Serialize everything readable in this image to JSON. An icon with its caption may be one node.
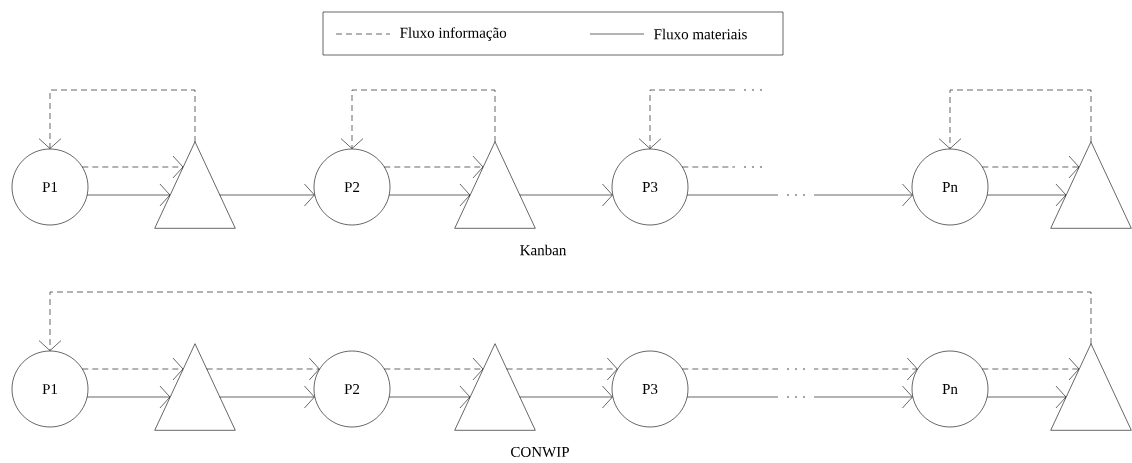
{
  "diagram": {
    "nodes": [
      {
        "text": [
          "P1"
        ]
      },
      {
        "text": [],
        "shape": "triangle"
      },
      {
        "text": [
          "P2"
        ]
      },
      {
        "text": [],
        "shape": "triangle"
      },
      {
        "text": [
          "P3"
        ]
      },
      {
        "text": [
          "Pn"
        ]
      },
      {
        "text": [],
        "shape": "triangle"
      },
      {
        "text": [
          "P1"
        ]
      },
      {
        "text": [],
        "shape": "triangle"
      },
      {
        "text": [
          "P2"
        ]
      },
      {
        "text": [],
        "shape": "triangle"
      },
      {
        "text": [
          "P3"
        ]
      },
      {
        "text": [
          "Pn"
        ]
      },
      {
        "text": [],
        "shape": "triangle"
      }
    ],
    "edges": [
      {
        "from": 0,
        "to": 1,
        "arrow": "to",
        "style": "dashed"
      },
      {
        "from": 0,
        "to": 1,
        "arrow": "to"
      },
      {
        "from": 1,
        "to": 0,
        "arrow": "to",
        "style": "dashed"
      },
      {
        "from": 1,
        "to": 2,
        "arrow": "to"
      },
      {
        "from": 2,
        "to": 3,
        "arrow": "to",
        "style": "dashed"
      },
      {
        "from": 2,
        "to": 3,
        "arrow": "to"
      },
      {
        "from": 3,
        "to": 2,
        "arrow": "to",
        "style": "dashed"
      },
      {
        "from": 3,
        "to": 4,
        "arrow": "to"
      },
      {
        "from": 4,
        "to": null,
        "arrow": "none",
        "style": "dashed"
      },
      {
        "from": null,
        "to": 4,
        "arrow": "to",
        "style": "dashed"
      },
      {
        "from": 4,
        "to": 5,
        "arrow": "to"
      },
      {
        "from": 5,
        "to": 6,
        "arrow": "to",
        "style": "dashed"
      },
      {
        "from": 5,
        "to": 6,
        "arrow": "to"
      },
      {
        "from": 6,
        "to": 5,
        "arrow": "to",
        "style": "dashed"
      },
      {
        "from": 7,
        "to": 8,
        "arrow": "to",
        "style": "dashed"
      },
      {
        "from": 7,
        "to": 8,
        "arrow": "to"
      },
      {
        "from": 8,
        "to": 9,
        "arrow": "to",
        "style": "dashed"
      },
      {
        "from": 8,
        "to": 9,
        "arrow": "to"
      },
      {
        "from": 9,
        "to": 10,
        "arrow": "to",
        "style": "dashed"
      },
      {
        "from": 9,
        "to": 10,
        "arrow": "to"
      },
      {
        "from": 10,
        "to": 11,
        "arrow": "to",
        "style": "dashed"
      },
      {
        "from": 10,
        "to": 11,
        "arrow": "to"
      },
      {
        "from": 11,
        "to": 12,
        "arrow": "to",
        "style": "dashed"
      },
      {
        "from": 11,
        "to": 12,
        "arrow": "to"
      },
      {
        "from": 12,
        "to": 13,
        "arrow": "to",
        "style": "dashed"
      },
      {
        "from": 12,
        "to": 13,
        "arrow": "to"
      },
      {
        "from": 13,
        "to": 7,
        "arrow": "to",
        "style": "dashed"
      }
    ],
    "labels": [
      "Kanban",
      "CONWIP"
    ],
    "legend": [
      {
        "text": "Fluxo informação"
      },
      {
        "text": "Fluxo materiais"
      }
    ]
  }
}
